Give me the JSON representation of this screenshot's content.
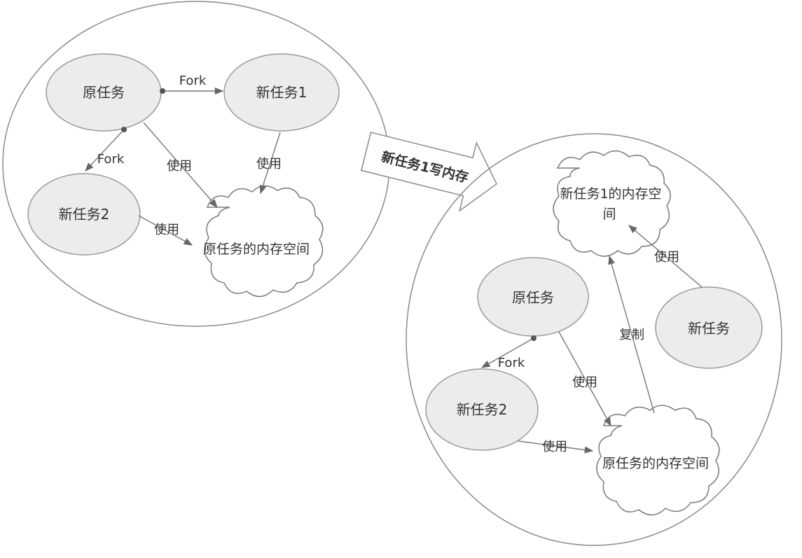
{
  "before": {
    "nodes": {
      "original_task": "原任务",
      "new_task_1": "新任务1",
      "new_task_2": "新任务2"
    },
    "memory": "原任务的内存空间",
    "edges": {
      "fork_to_new1": "Fork",
      "fork_to_new2": "Fork",
      "use_original": "使用",
      "use_new1": "使用",
      "use_new2": "使用"
    }
  },
  "transition": {
    "label": "新任务1写内存"
  },
  "after": {
    "nodes": {
      "original_task": "原任务",
      "new_task_2": "新任务2",
      "new_task": "新任务"
    },
    "memories": {
      "new_task_1_memory_line1": "新任务1的内存空",
      "new_task_1_memory_line2": "间",
      "original_memory": "原任务的内存空间"
    },
    "edges": {
      "fork_to_new2": "Fork",
      "use_original": "使用",
      "use_new2": "使用",
      "copy": "复制",
      "use_new_task": "使用"
    }
  },
  "colors": {
    "node_fill": "#ececec",
    "stroke": "#777777",
    "text": "#333333",
    "background": "#ffffff"
  }
}
